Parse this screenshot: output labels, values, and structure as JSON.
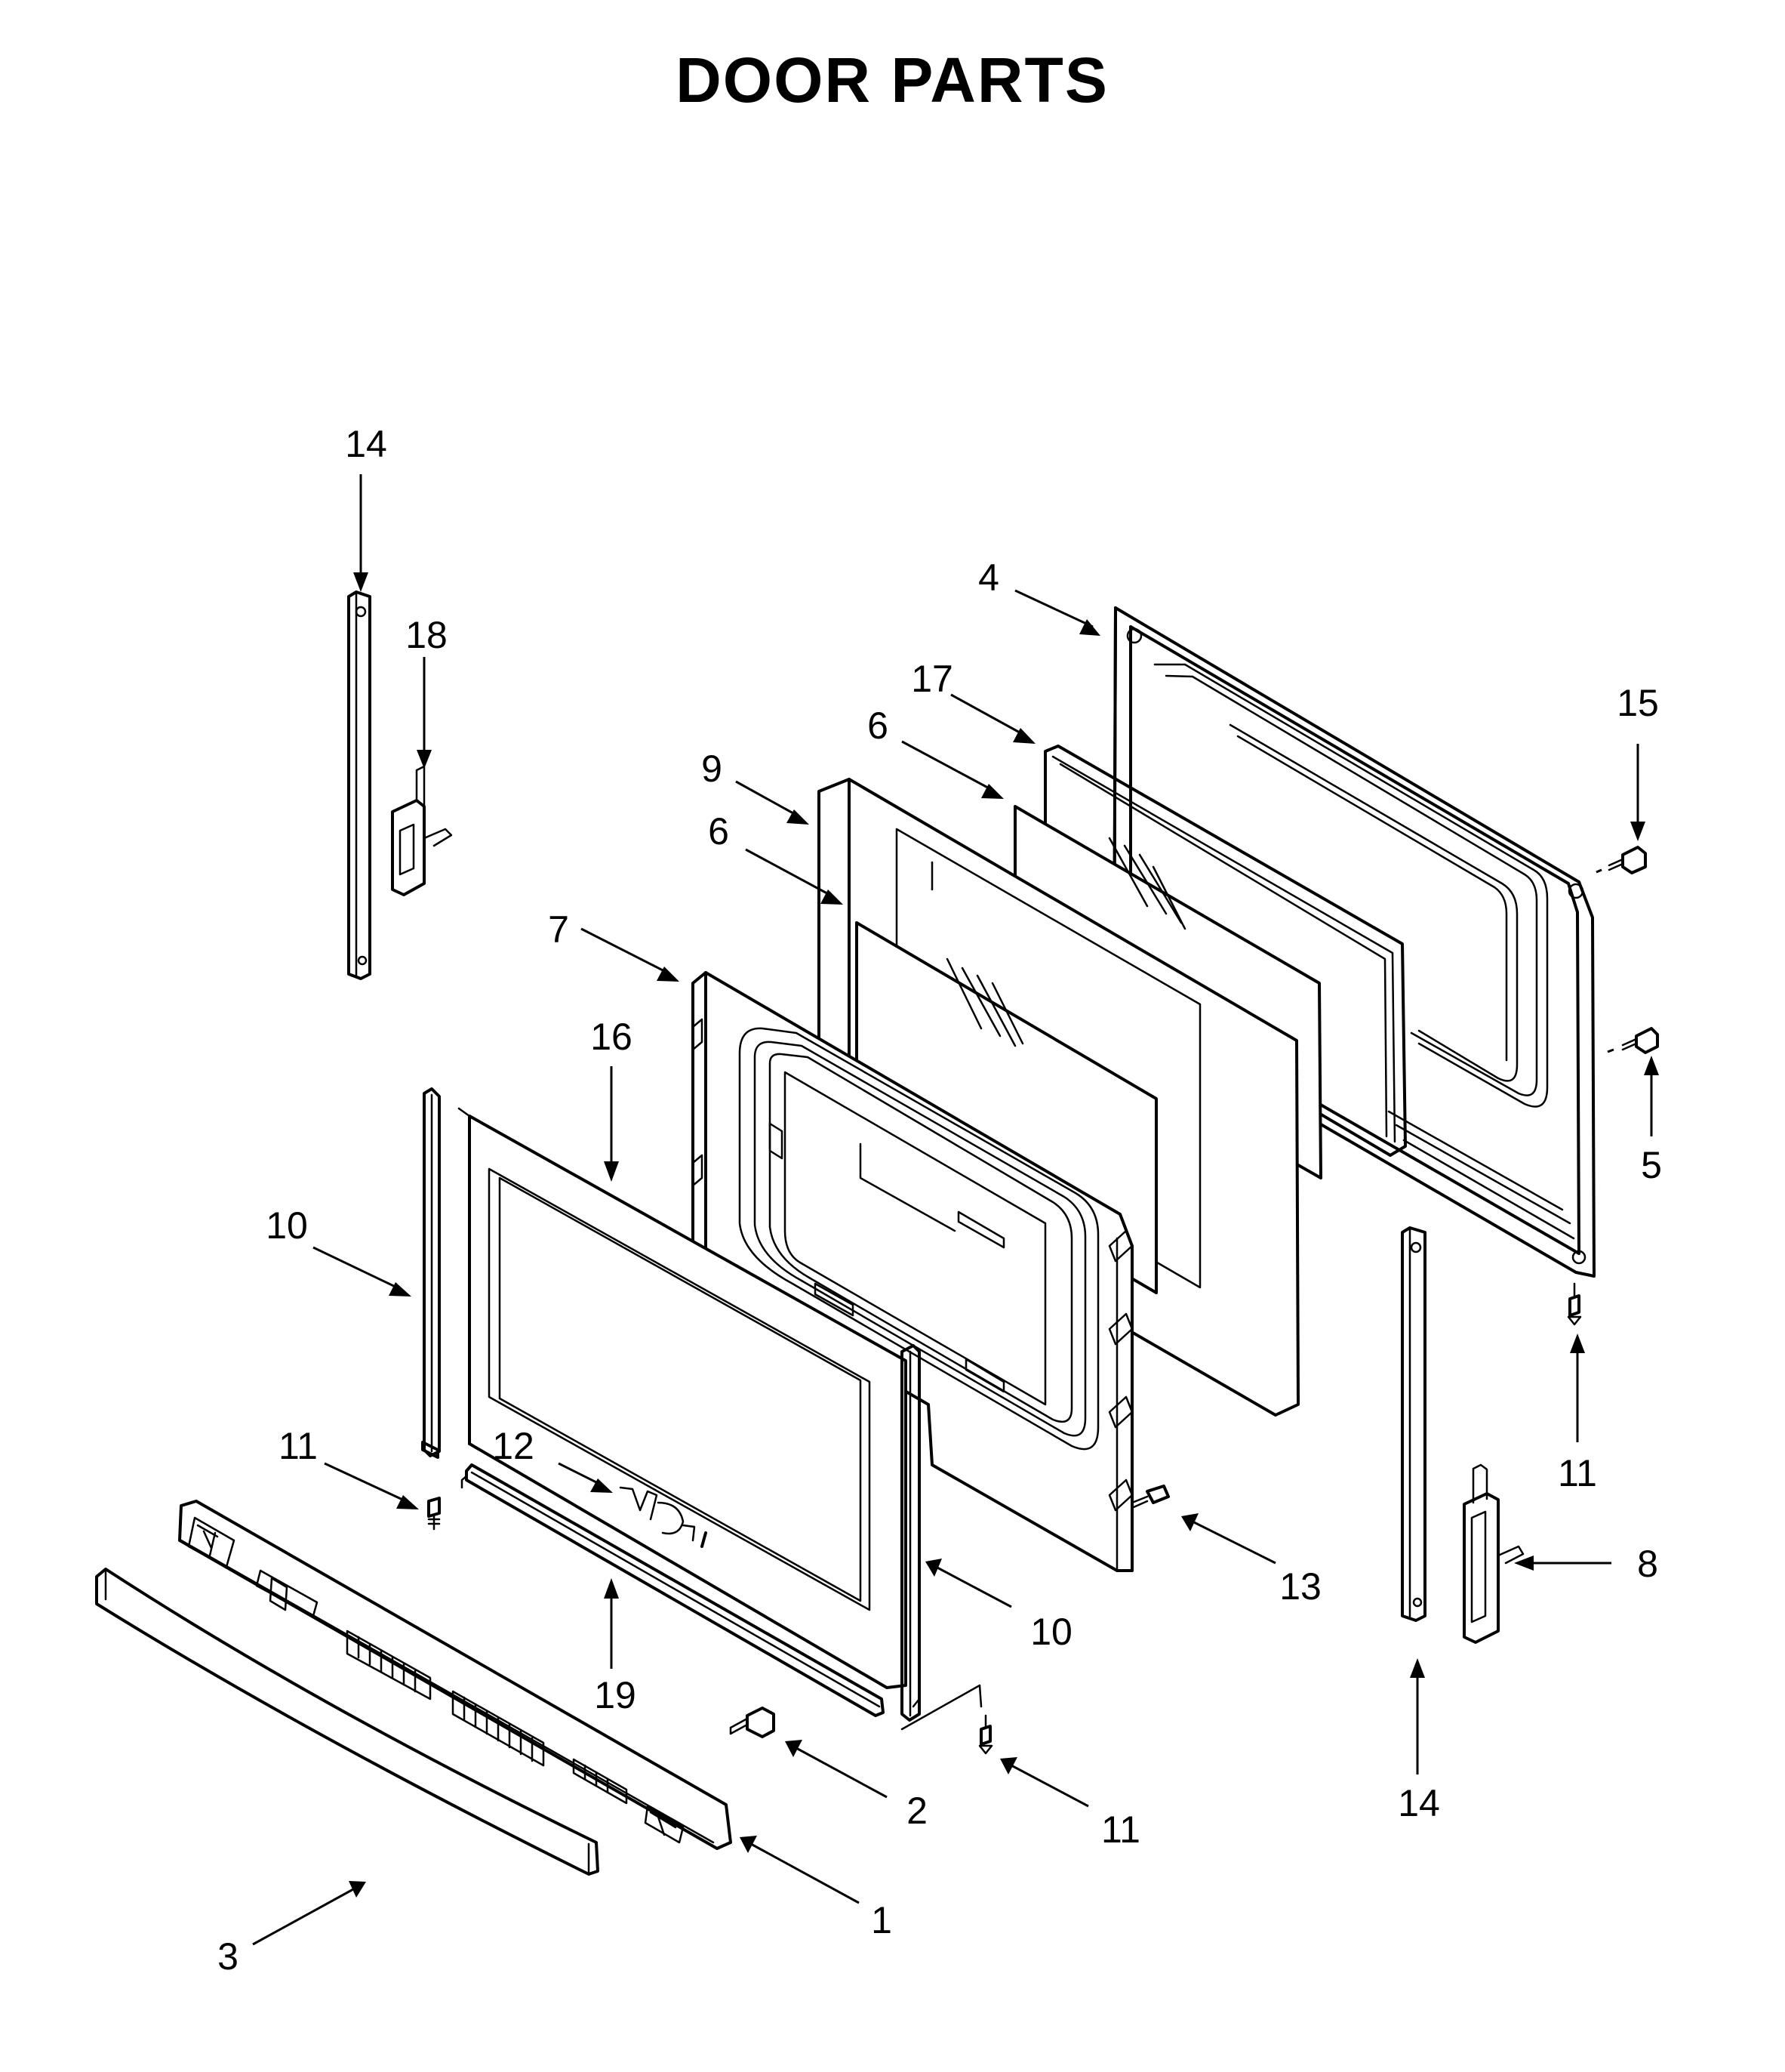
{
  "title": "DOOR PARTS",
  "callouts": [
    {
      "id": "c1",
      "text": "1"
    },
    {
      "id": "c2",
      "text": "2"
    },
    {
      "id": "c3",
      "text": "3"
    },
    {
      "id": "c4",
      "text": "4"
    },
    {
      "id": "c5",
      "text": "5"
    },
    {
      "id": "c6a",
      "text": "6"
    },
    {
      "id": "c6b",
      "text": "6"
    },
    {
      "id": "c7",
      "text": "7"
    },
    {
      "id": "c8",
      "text": "8"
    },
    {
      "id": "c9",
      "text": "9"
    },
    {
      "id": "c10a",
      "text": "10"
    },
    {
      "id": "c10b",
      "text": "10"
    },
    {
      "id": "c11a",
      "text": "11"
    },
    {
      "id": "c11b",
      "text": "11"
    },
    {
      "id": "c11c",
      "text": "11"
    },
    {
      "id": "c12",
      "text": "12"
    },
    {
      "id": "c13",
      "text": "13"
    },
    {
      "id": "c14a",
      "text": "14"
    },
    {
      "id": "c14b",
      "text": "14"
    },
    {
      "id": "c15",
      "text": "15"
    },
    {
      "id": "c16",
      "text": "16"
    },
    {
      "id": "c17",
      "text": "17"
    },
    {
      "id": "c18",
      "text": "18"
    },
    {
      "id": "c19",
      "text": "19"
    }
  ]
}
